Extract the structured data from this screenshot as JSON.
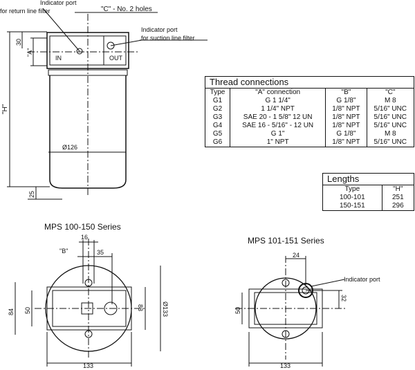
{
  "side_view": {
    "label_indicator_return": [
      "Indicator port",
      "for return line filter"
    ],
    "label_c_holes": "\"C\" - No. 2 holes",
    "label_indicator_suction": [
      "Indicator port",
      "for suction line filter"
    ],
    "port_in": "IN",
    "port_out": "OUT",
    "dim_h": "\"H\"",
    "dim_30": "30",
    "dim_a": "\"A\"",
    "dim_25": "25",
    "dim_diameter": "Ø126"
  },
  "thread_table": {
    "title": "Thread connections",
    "headers": [
      "Type",
      "\"A\" connection",
      "\"B\"",
      "\"C\""
    ],
    "rows": [
      [
        "G1",
        "G 1 1/4\"",
        "G 1/8\"",
        "M 8"
      ],
      [
        "G2",
        "1 1/4\" NPT",
        "1/8\" NPT",
        "5/16\" UNC"
      ],
      [
        "G3",
        "SAE 20 - 1 5/8\" 12 UN",
        "1/8\" NPT",
        "5/16\" UNC"
      ],
      [
        "G4",
        "SAE 16 - 5/16\" - 12 UN",
        "1/8\" NPT",
        "5/16\" UNC"
      ],
      [
        "G5",
        "G 1\"",
        "G 1/8\"",
        "M 8"
      ],
      [
        "G6",
        "1\" NPT",
        "1/8\" NPT",
        "5/16\" UNC"
      ]
    ]
  },
  "lengths_table": {
    "title": "Lengths",
    "headers": [
      "Type",
      "\"H\""
    ],
    "rows": [
      [
        "100-101",
        "251"
      ],
      [
        "150-151",
        "296"
      ]
    ]
  },
  "view_left": {
    "title": "MPS 100-150 Series",
    "dim_b": "\"B\"",
    "dim_16": "16",
    "dim_35": "35",
    "dim_84": "84",
    "dim_50": "50",
    "dim_83": "83",
    "dim_133d": "Ø133",
    "dim_133": "133"
  },
  "view_right": {
    "title": "MPS 101-151 Series",
    "dim_24": "24",
    "dim_indicator": "Indicator port",
    "dim_32": "32",
    "dim_50": "50",
    "dim_133": "133"
  }
}
